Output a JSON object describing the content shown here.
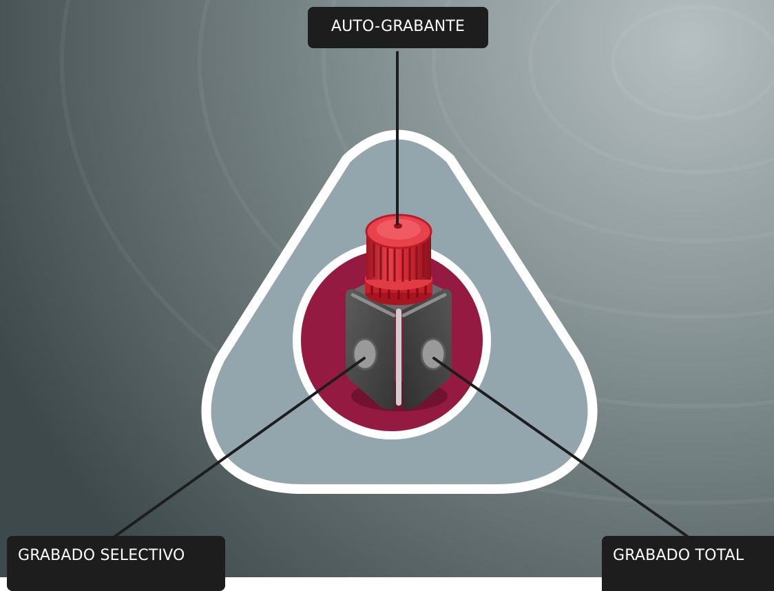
{
  "labels": {
    "top": "AUTO-GRABANTE",
    "bottom_left": "GRABADO SELECTIVO",
    "bottom_right": "GRABADO TOTAL"
  },
  "colors": {
    "background_dark": "#3f4b4d",
    "background_light": "#a9b3b5",
    "triangle_fill": "#93a6ae",
    "outline": "#ffffff",
    "circle_fill": "#951a42",
    "cap_red": "#d22a36",
    "body_gray": "#4a4a4a",
    "label_bg": "#1d1d1d"
  },
  "icons": {
    "device": "vial-cap-icon"
  }
}
